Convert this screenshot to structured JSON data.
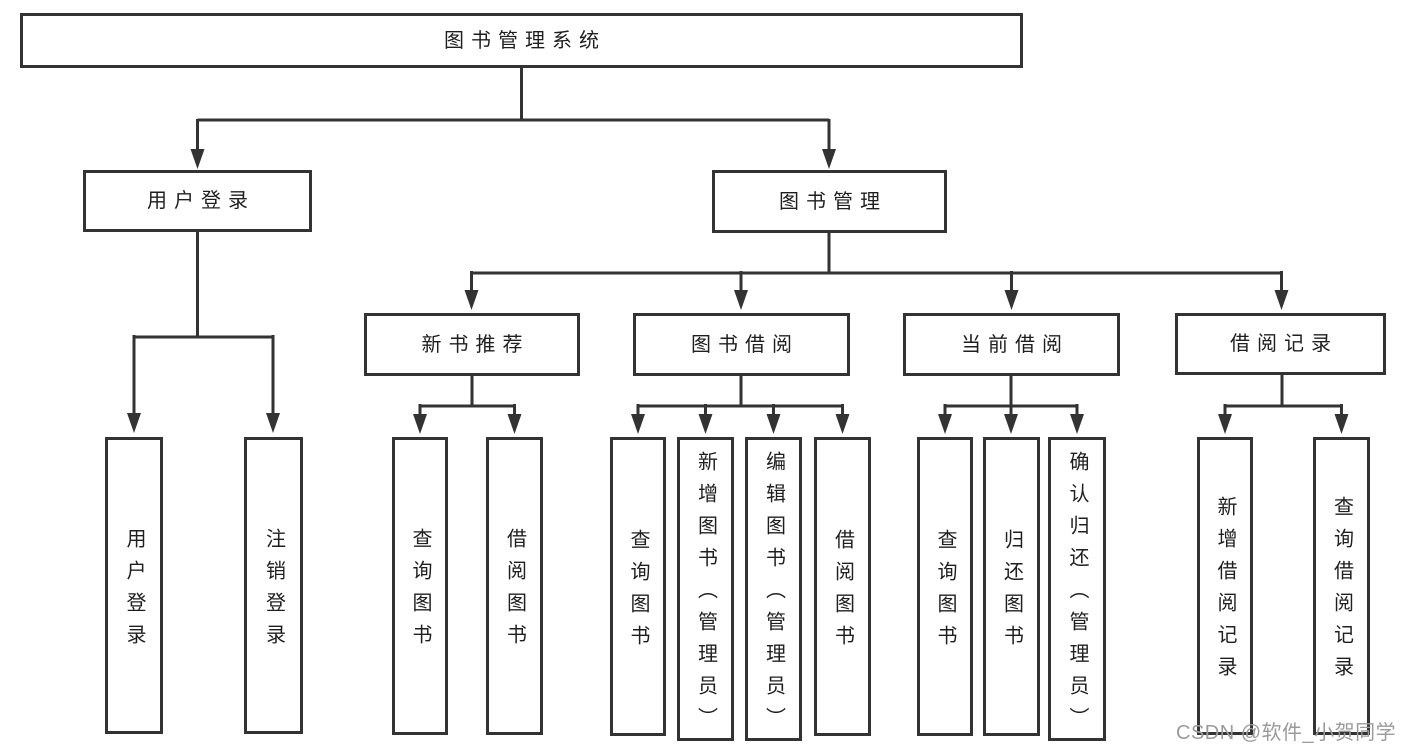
{
  "diagram": {
    "root": {
      "label": "图书管理系统"
    },
    "user_login": {
      "label": "用户登录",
      "children": [
        {
          "label": "用户登录"
        },
        {
          "label": "注销登录"
        }
      ]
    },
    "book_mgmt": {
      "label": "图书管理",
      "children": [
        {
          "label": "新书推荐",
          "children": [
            {
              "label": "查询图书"
            },
            {
              "label": "借阅图书"
            }
          ]
        },
        {
          "label": "图书借阅",
          "children": [
            {
              "label": "查询图书"
            },
            {
              "label": "新增图书（管理员）"
            },
            {
              "label": "编辑图书（管理员）"
            },
            {
              "label": "借阅图书"
            }
          ]
        },
        {
          "label": "当前借阅",
          "children": [
            {
              "label": "查询图书"
            },
            {
              "label": "归还图书"
            },
            {
              "label": "确认归还（管理员）"
            }
          ]
        },
        {
          "label": "借阅记录",
          "children": [
            {
              "label": "新增借阅记录"
            },
            {
              "label": "查询借阅记录"
            }
          ]
        }
      ]
    }
  },
  "watermark": {
    "text": "CSDN @软件_小贺同学"
  },
  "colors": {
    "line": "#333333",
    "box_border": "#333333",
    "box_fill": "#ffffff",
    "text": "#1f1f1f",
    "watermark": "#9b9b9b",
    "background": "#ffffff"
  }
}
